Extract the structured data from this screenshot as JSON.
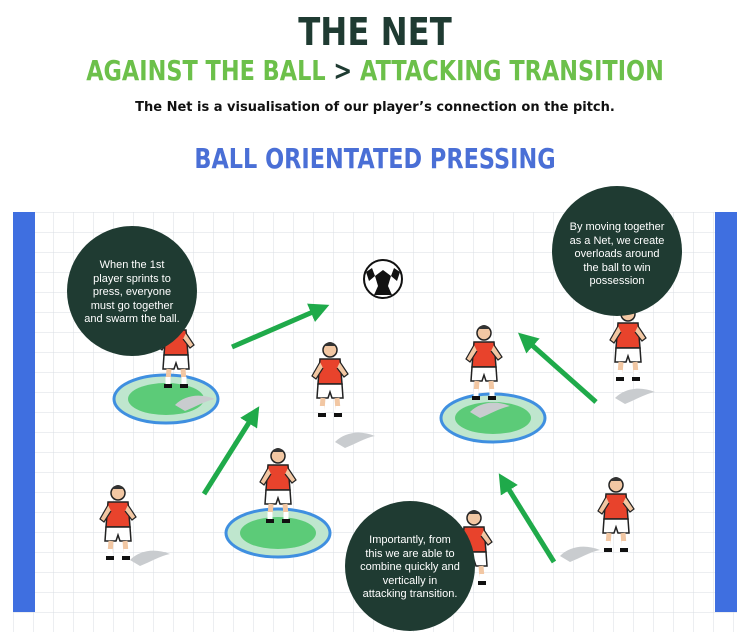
{
  "header": {
    "title": "THE NET",
    "subtitle_left": "AGAINST THE BALL",
    "subtitle_sep": ">",
    "subtitle_right": "ATTACKING TRANSITION",
    "description": "The Net is a visualisation of our player’s connection on the pitch.",
    "section_title": "BALL ORIENTATED PRESSING"
  },
  "callouts": {
    "press": "When the 1st player sprints to press, everyone must go together and swarm the ball.",
    "net": "By moving together as a Net, we create overloads around the ball to win possession",
    "transition": "Importantly, from this we are able to combine quickly and vertically in attacking transition."
  },
  "colors": {
    "dark_green": "#1f3b32",
    "light_green": "#6cc04a",
    "blue": "#4a6fd6",
    "goal_blue": "#3f6fe0",
    "arrow_green": "#1faa4a",
    "shirt_red": "#e8432c",
    "grid": "#d9dde3"
  }
}
